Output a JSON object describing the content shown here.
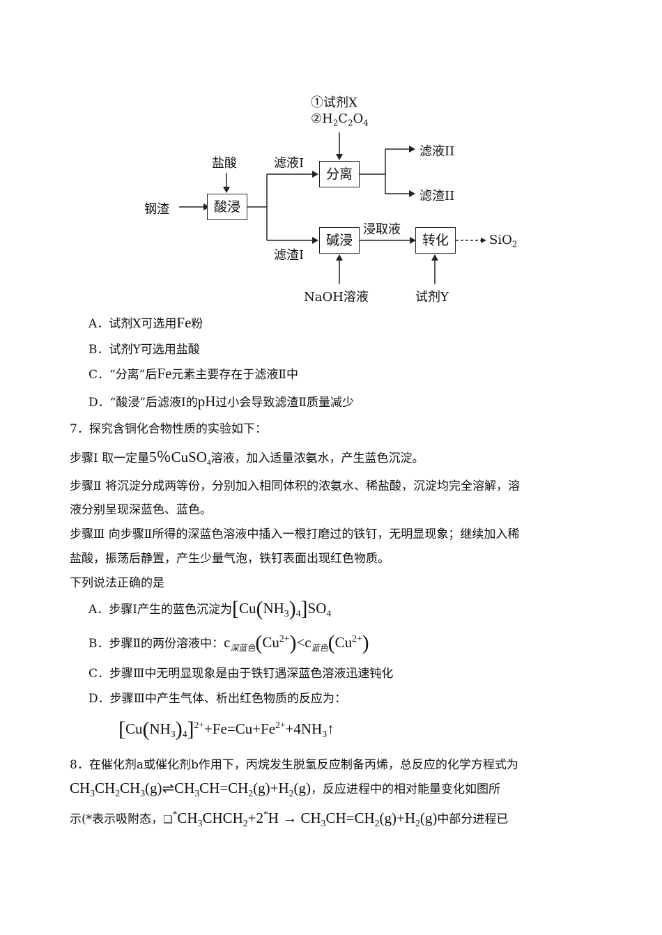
{
  "diagram": {
    "reagents_top": {
      "line1": "①试剂X",
      "line2_prefix": "②H",
      "line2_s1": "2",
      "line2_c": "C",
      "line2_s2": "2",
      "line2_o": "O",
      "line2_s3": "4"
    },
    "hcl": "盐酸",
    "slag": "钢渣",
    "acid_leach": "酸浸",
    "filtrate1": "滤液I",
    "residue1": "滤渣I",
    "separate": "分离",
    "filtrate2": "滤液II",
    "residue2": "滤渣II",
    "alkali_leach": "碱浸",
    "leachate": "浸取液",
    "transform": "转化",
    "sio2_prefix": "SiO",
    "sio2_sub": "2",
    "naoh": "NaOH溶液",
    "reagent_y": "试剂Y"
  },
  "q6": {
    "A": {
      "label": "A．试剂X可选用",
      "fe": "Fe",
      "end": "粉"
    },
    "B": "B．试剂Y可选用盐酸",
    "C": {
      "label": "C．“分离”后",
      "fe": "Fe",
      "end": "元素主要存在于滤液Ⅱ中"
    },
    "D": {
      "label": "D．“酸浸”后滤液Ⅰ的",
      "ph": "pH",
      "end": "过小会导致滤渣Ⅱ质量减少"
    }
  },
  "q7": {
    "stem": "7．探究含铜化合物性质的实验如下：",
    "step1": {
      "pre": "步骤Ⅰ  取一定量",
      "pct": "5％CuSO",
      "sub": "4",
      "end": "溶液，加入适量浓氨水，产生蓝色沉淀。"
    },
    "step2_l1": "步骤Ⅱ  将沉淀分成两等份，分别加入相同体积的浓氨水、稀盐酸，沉淀均完全溶解，溶",
    "step2_l2": "液分别呈现深蓝色、蓝色。",
    "step3_l1": "步骤Ⅲ  向步骤Ⅱ所得的深蓝色溶液中插入一根打磨过的铁钉，无明显现象；继续加入稀",
    "step3_l2": "盐酸，振荡后静置，产生少量气泡，铁钉表面出现红色物质。",
    "ask": "下列说法正确的是",
    "A": {
      "label": "A．步骤Ⅰ产生的蓝色沉淀为",
      "cu": "Cu",
      "nh": "NH",
      "s3": "3",
      "s4": "4",
      "so": "SO",
      "so4": "4"
    },
    "B": {
      "label": "B．步骤Ⅱ的两份溶液中：",
      "c": "c",
      "sub1": "深蓝色",
      "cu": "Cu",
      "sup": "2+",
      "lt": "<",
      "sub2": "蓝色"
    },
    "C": "C．步骤Ⅲ中无明显现象是由于铁钉遇深蓝色溶液迅速钝化",
    "D": "D．步骤Ⅲ中产生气体、析出红色物质的反应为：",
    "eq": {
      "cu": "Cu",
      "nh": "NH",
      "s3": "3",
      "s4": "4",
      "charge": "2+",
      "plus_fe": "+Fe=Cu+Fe",
      "fe_charge": "2+",
      "tail": "+4NH",
      "tail_sub": "3",
      "arrow": "↑"
    }
  },
  "q8": {
    "l1": "8．在催化剂a或催化剂b作用下，丙烷发生脱氢反应制备丙烯，总反应的化学方程式为",
    "l2": {
      "a": "CH",
      "a1": "3",
      "b": "CH",
      "b1": "2",
      "c": "CH",
      "c1": "3",
      "d": "(g)⇌CH",
      "d1": "3",
      "e": "CH=CH",
      "e1": "2",
      "f": "(g)+H",
      "f1": "2",
      "g": "(g)",
      "tail": "，反应进程中的相对能量变化如图所"
    },
    "l3": {
      "pre": "示(*表示吸附态，",
      "box": "❑",
      "star": "*",
      "a": "CH",
      "a1": "3",
      "b": "CHCH",
      "b1": "2",
      "c": "+2",
      "star2": "*",
      "d": "H → CH",
      "d1": "3",
      "e": "CH=CH",
      "e1": "2",
      "f": "(g)+H",
      "f1": "2",
      "g": "(g)",
      "tail": "中部分进程已"
    }
  }
}
